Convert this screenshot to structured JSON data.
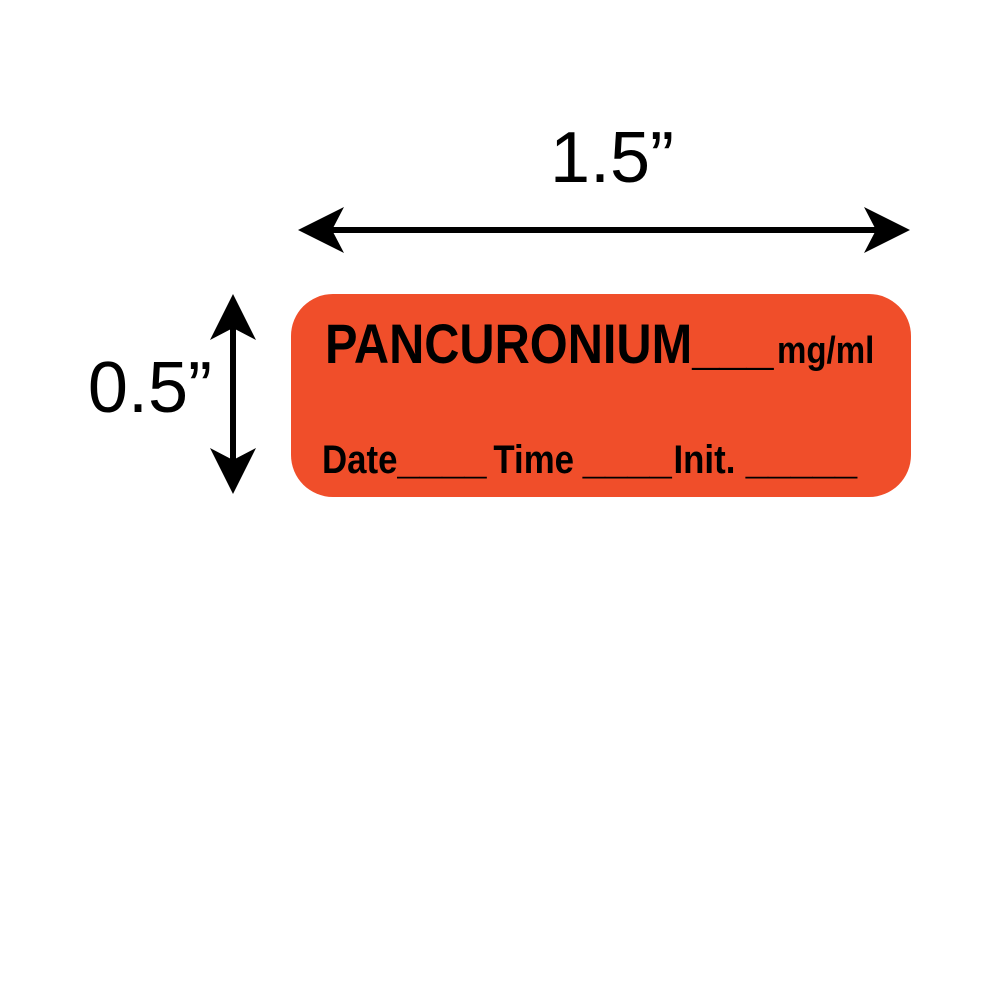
{
  "image": {
    "background_color": "#ffffff",
    "description": "Product image of a pre-printed anesthesia drug tape label with dimension arrows"
  },
  "dimension_annotations": {
    "arrow_color": "#000000",
    "width": {
      "value": "1.5”"
    },
    "height": {
      "value": "0.5”"
    }
  },
  "label": {
    "background_color": "#F04E2A",
    "text_color": "#000000",
    "line1": {
      "drug_name": "PANCURONIUM",
      "dose_blank": "___",
      "unit": "mg/ml"
    },
    "line2": {
      "date_label": "Date",
      "date_blank": "____",
      "time_label": "Time",
      "time_blank": "____",
      "init_label": "Init.",
      "init_blank": "_____"
    }
  }
}
